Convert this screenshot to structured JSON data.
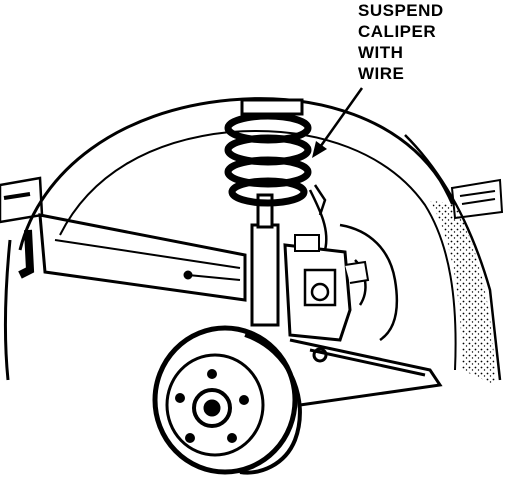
{
  "callout": {
    "lines": [
      "SUSPEND",
      "CALIPER",
      "WITH",
      "WIRE"
    ]
  },
  "colors": {
    "ink": "#000000",
    "paper": "#ffffff"
  }
}
